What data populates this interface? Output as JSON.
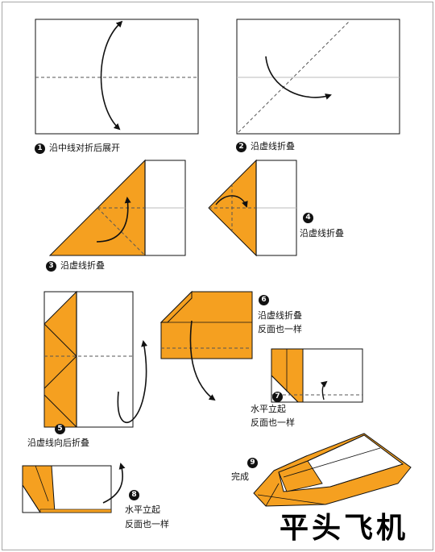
{
  "title": "平头飞机",
  "colors": {
    "paper": "#ffffff",
    "fold": "#f5a020",
    "outline": "#111111",
    "crease": "#555555"
  },
  "steps": [
    {
      "number": "1",
      "text": "沿中线对折后展开"
    },
    {
      "number": "2",
      "text": "沿虚线折叠"
    },
    {
      "number": "3",
      "text": "沿虚线折叠"
    },
    {
      "number": "4",
      "text": "沿虚线折叠"
    },
    {
      "number": "5",
      "text": "沿虚线向后折叠"
    },
    {
      "number": "6",
      "line1": "沿虚线折叠",
      "line2": "反面也一样"
    },
    {
      "number": "7",
      "line1": "水平立起",
      "line2": "反面也一样"
    },
    {
      "number": "8",
      "line1": "水平立起",
      "line2": "反面也一样"
    },
    {
      "number": "9",
      "text": "完成"
    }
  ]
}
